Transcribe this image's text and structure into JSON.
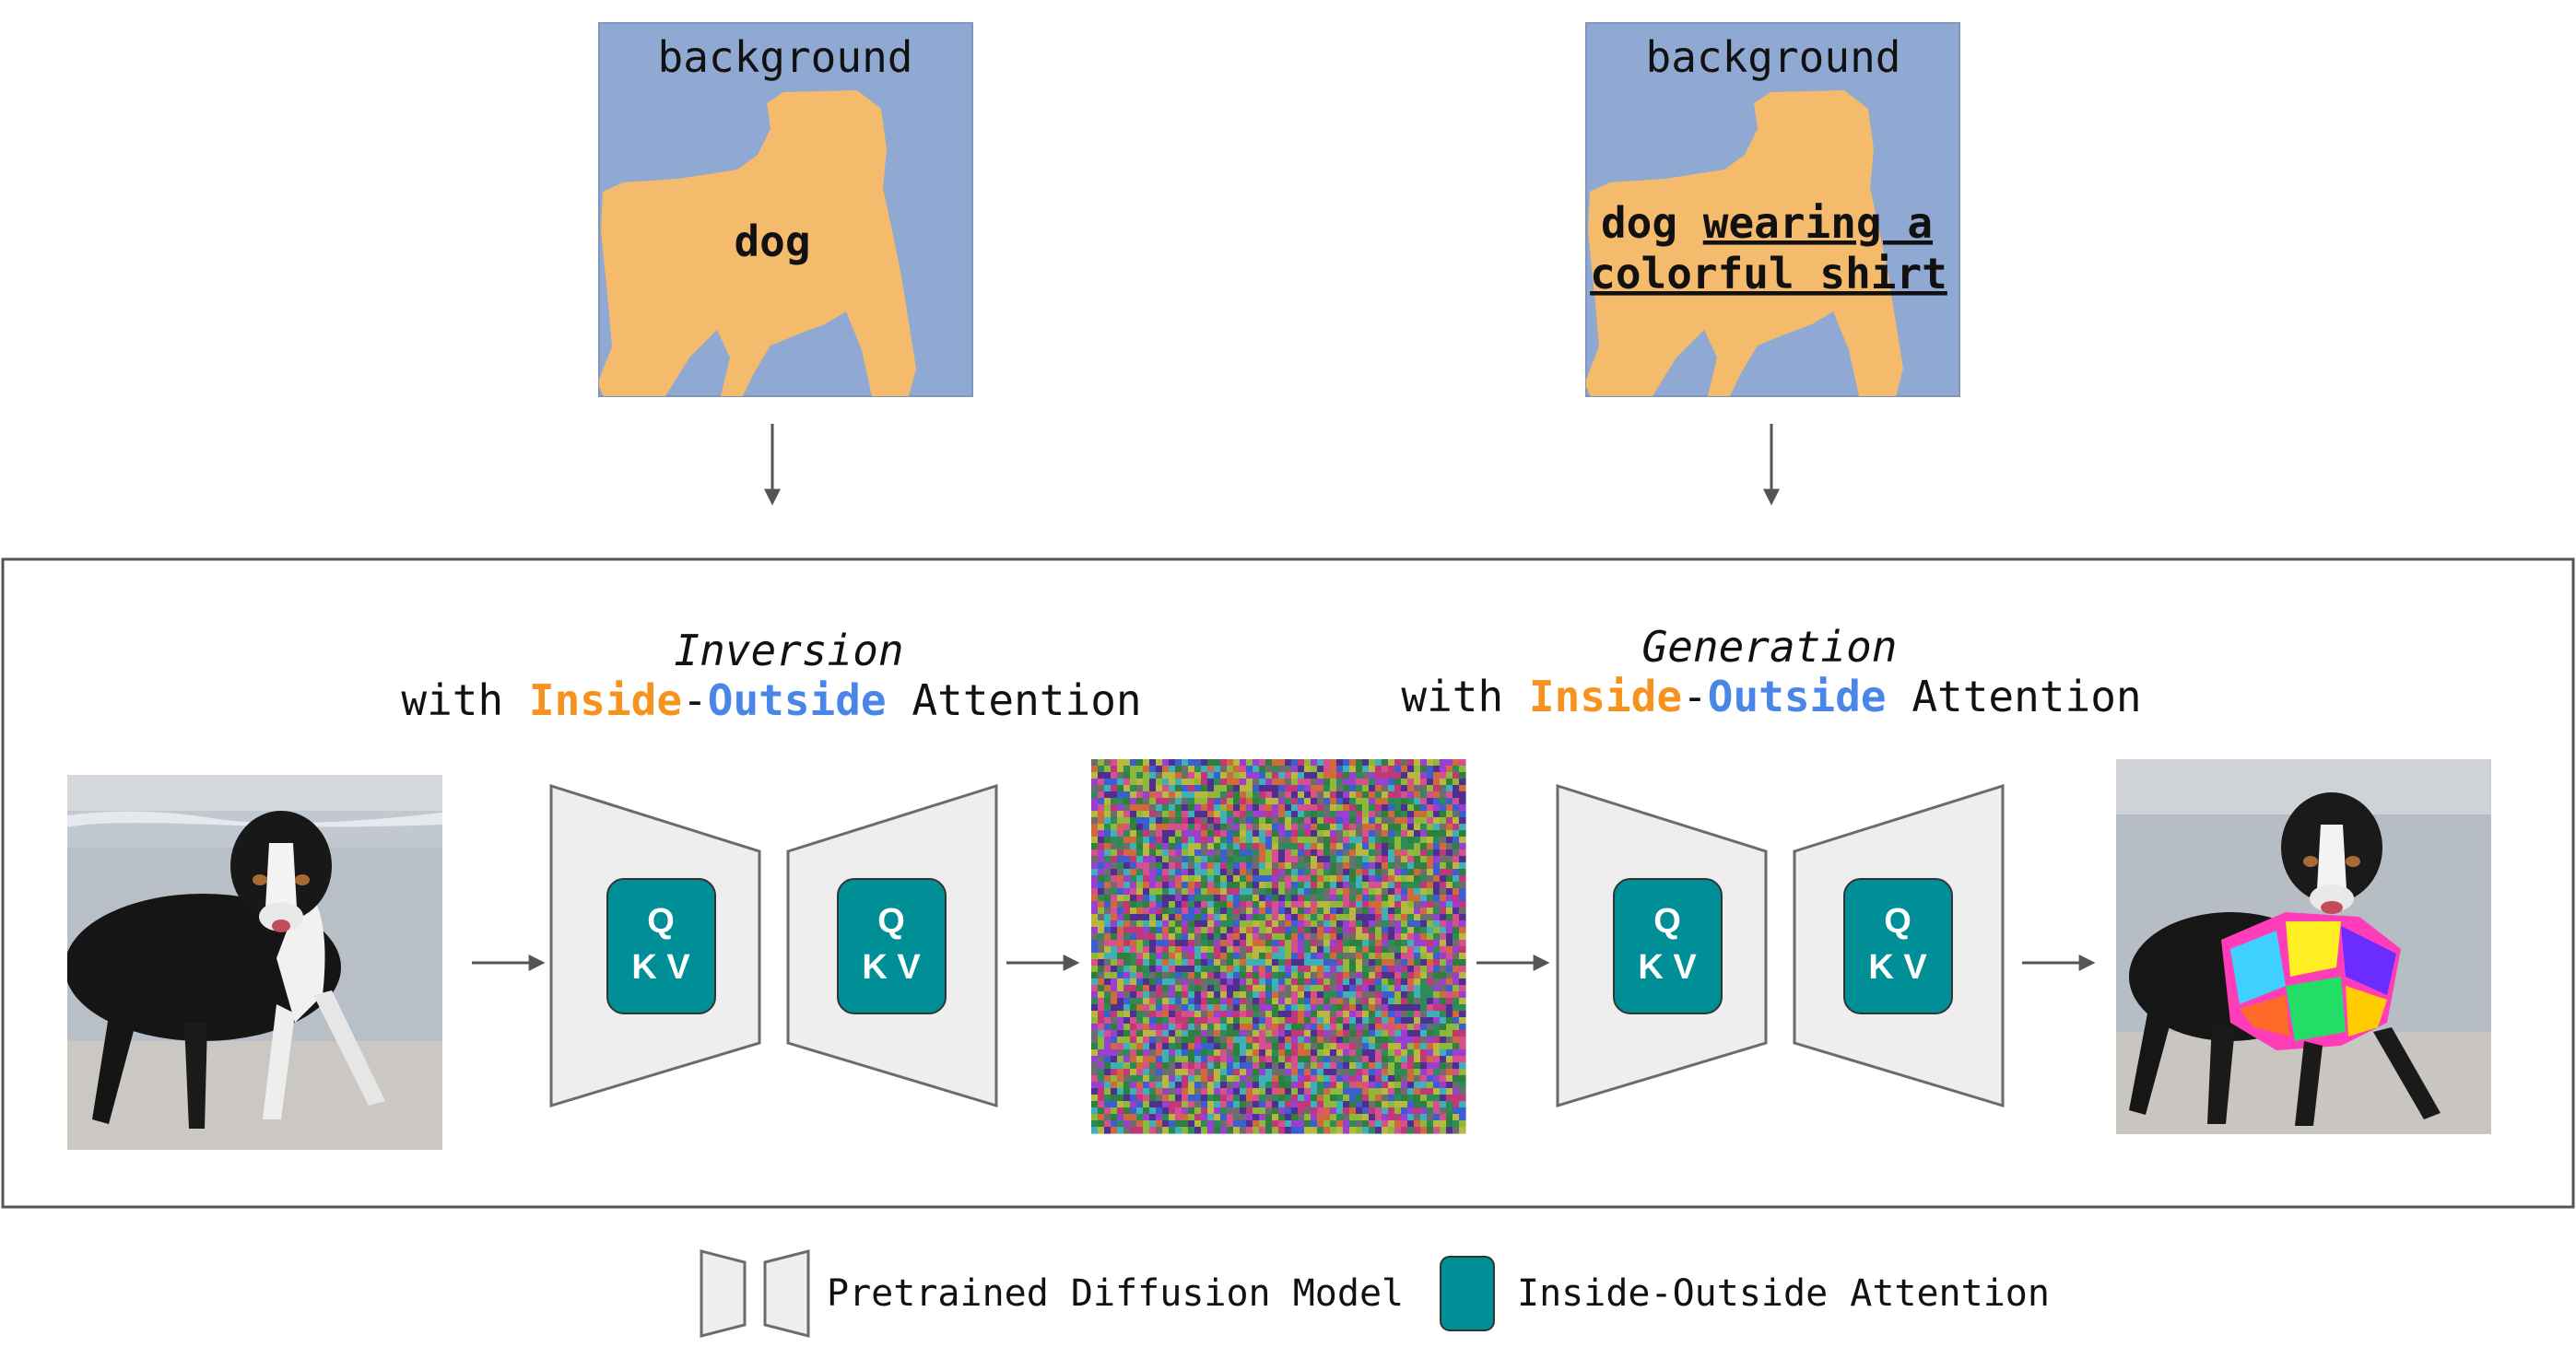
{
  "masks": [
    {
      "background_label": "background",
      "object_label": "dog",
      "object_label_emphasis": ""
    },
    {
      "background_label": "background",
      "object_label_line1_plain": "dog ",
      "object_label_line1_emph": "wearing a",
      "object_label_line2_emph": "colorful shirt"
    }
  ],
  "stages": [
    {
      "title": "Inversion",
      "subtitle_prefix": "with ",
      "subtitle_inside": "Inside",
      "subtitle_dash": "-",
      "subtitle_outside": "Outside",
      "subtitle_suffix": " Attention"
    },
    {
      "title": "Generation",
      "subtitle_prefix": "with ",
      "subtitle_inside": "Inside",
      "subtitle_dash": "-",
      "subtitle_outside": "Outside",
      "subtitle_suffix": " Attention"
    }
  ],
  "attention_block": {
    "line1": "Q",
    "line2": "K V"
  },
  "legend": {
    "diffusion_label": "Pretrained Diffusion Model",
    "attention_label": "Inside-Outside Attention"
  },
  "colors": {
    "mask_background": "#8fa9d2",
    "mask_object": "#f5bb6c",
    "inside": "#f5931e",
    "outside": "#4a86e8",
    "attention": "#008f96",
    "unet_fill": "#eeeeee",
    "unet_stroke": "#6b6b6b",
    "frame": "#555555",
    "arrow": "#555555"
  },
  "icons": {
    "input_image": "dog-photo",
    "noise_image": "noise-latent",
    "output_image": "dog-in-colorful-shirt-photo"
  }
}
